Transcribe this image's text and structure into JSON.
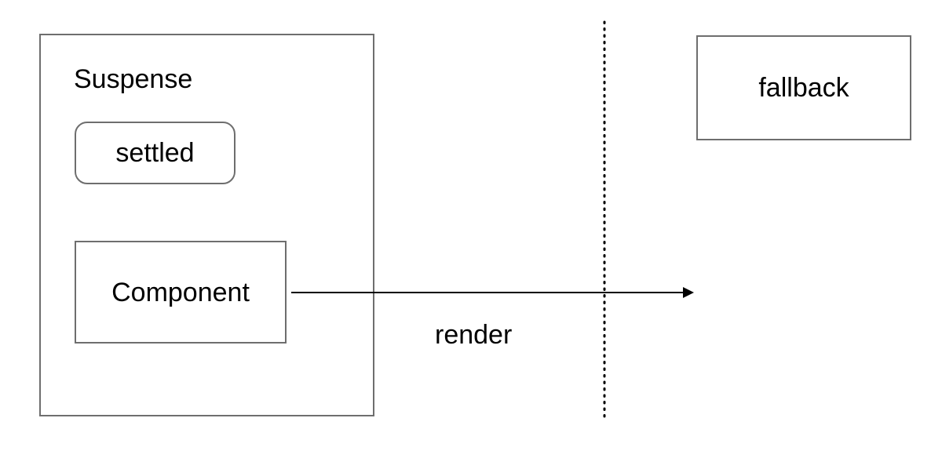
{
  "suspense": {
    "title": "Suspense"
  },
  "settled": {
    "label": "settled"
  },
  "component": {
    "label": "Component"
  },
  "fallback": {
    "label": "fallback"
  },
  "arrow": {
    "label": "render"
  }
}
